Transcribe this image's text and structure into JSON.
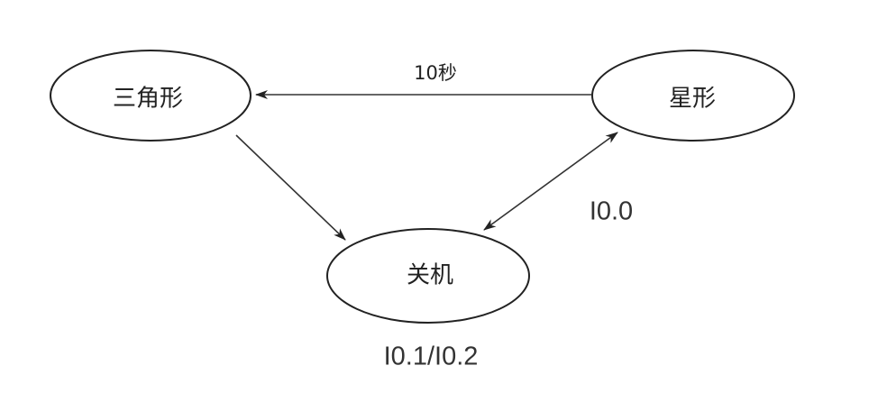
{
  "nodes": {
    "triangle": "三角形",
    "star": "星形",
    "off": "关机"
  },
  "edges": {
    "star_to_triangle": "10秒",
    "star_off_input": "I0.0",
    "off_input": "I0.1/I0.2"
  }
}
